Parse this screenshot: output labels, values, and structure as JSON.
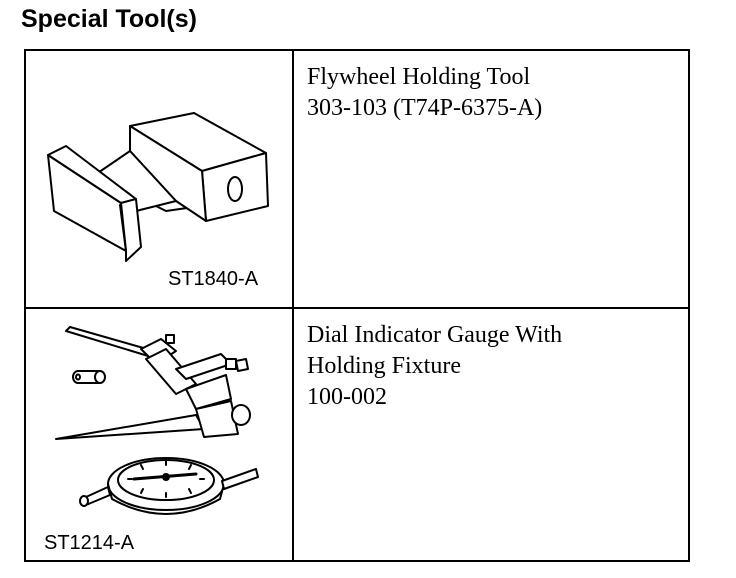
{
  "page": {
    "heading": "Special Tool(s)"
  },
  "tools": [
    {
      "ref_code": "ST1840-A",
      "name_lines": [
        "Flywheel Holding Tool"
      ],
      "number": "303-103 (T74P-6375-A)",
      "illustration_icon": "flywheel-holding-tool-icon"
    },
    {
      "ref_code": "ST1214-A",
      "name_lines": [
        "Dial Indicator Gauge With",
        "Holding Fixture"
      ],
      "number": "100-002",
      "illustration_icon": "dial-indicator-gauge-icon"
    }
  ]
}
